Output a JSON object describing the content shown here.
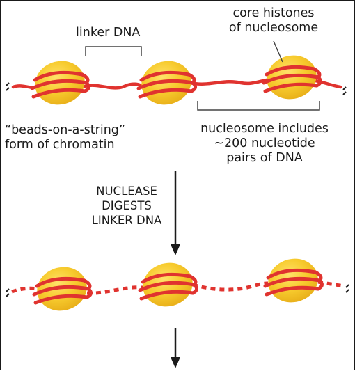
{
  "labels": {
    "linker_dna": "linker DNA",
    "core_histones_line1": "core histones",
    "core_histones_line2": "of nucleosome",
    "beads_line1": "“beads-on-a-string”",
    "beads_line2": "form of chromatin",
    "nucleosome_line1": "nucleosome includes",
    "nucleosome_line2": "~200 nucleotide",
    "nucleosome_line3": "pairs of DNA",
    "nuclease_line1": "NUCLEASE",
    "nuclease_line2": "DIGESTS",
    "nuclease_line3": "LINKER DNA"
  },
  "colors": {
    "dna": "#e0332f",
    "histone_core": "#f4c52a",
    "histone_highlight": "#ffe26a",
    "text": "#1a1a1a"
  }
}
